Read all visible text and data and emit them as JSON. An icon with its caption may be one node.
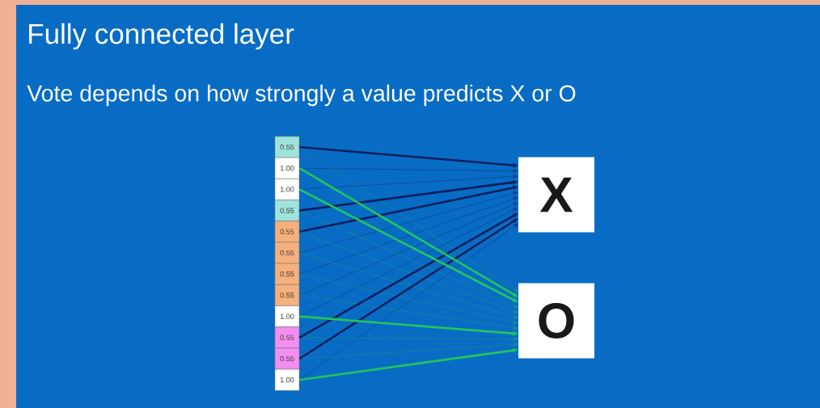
{
  "diagram": {
    "title": "Fully connected layer",
    "nodes": [
      {
        "text": [
          "0.55"
        ]
      },
      {
        "text": [
          "1.00"
        ]
      },
      {
        "text": [
          "1.00"
        ]
      },
      {
        "text": [
          "0.55"
        ]
      },
      {
        "text": [
          "0.55"
        ]
      },
      {
        "text": [
          "0.55"
        ]
      },
      {
        "text": [
          "0.55"
        ]
      },
      {
        "text": [
          "0.55"
        ]
      },
      {
        "text": [
          "1.00"
        ]
      },
      {
        "text": [
          "0.55"
        ]
      },
      {
        "text": [
          "0.55"
        ]
      },
      {
        "text": [
          "1.00"
        ]
      },
      {
        "text": [
          "X"
        ]
      },
      {
        "text": [
          "O"
        ]
      }
    ],
    "edges": [
      {
        "from": 0,
        "to": 12,
        "arrow": "to",
        "style": "thick",
        "color": "#0b1f5c"
      },
      {
        "from": 1,
        "to": 12,
        "arrow": "to",
        "color": "#123a85"
      },
      {
        "from": 2,
        "to": 12,
        "arrow": "to",
        "color": "#123a85"
      },
      {
        "from": 3,
        "to": 12,
        "arrow": "to",
        "style": "thick",
        "color": "#0b1f5c"
      },
      {
        "from": 4,
        "to": 12,
        "arrow": "to",
        "style": "thick",
        "color": "#0b1f5c"
      },
      {
        "from": 5,
        "to": 12,
        "arrow": "to",
        "color": "#123a85"
      },
      {
        "from": 6,
        "to": 12,
        "arrow": "to",
        "color": "#123a85"
      },
      {
        "from": 7,
        "to": 12,
        "arrow": "to",
        "color": "#123a85"
      },
      {
        "from": 8,
        "to": 12,
        "arrow": "to",
        "color": "#123a85"
      },
      {
        "from": 9,
        "to": 12,
        "arrow": "to",
        "style": "thick",
        "color": "#0b1f5c"
      },
      {
        "from": 10,
        "to": 12,
        "arrow": "to",
        "style": "thick",
        "color": "#0b1f5c"
      },
      {
        "from": 11,
        "to": 12,
        "arrow": "to",
        "color": "#123a85"
      },
      {
        "from": 0,
        "to": 13,
        "arrow": "to",
        "color": "#1f8f8a"
      },
      {
        "from": 1,
        "to": 13,
        "arrow": "to",
        "style": "thick",
        "color": "#22c55e"
      },
      {
        "from": 2,
        "to": 13,
        "arrow": "to",
        "style": "thick",
        "color": "#22c55e"
      },
      {
        "from": 3,
        "to": 13,
        "arrow": "to",
        "color": "#1f8f8a"
      },
      {
        "from": 4,
        "to": 13,
        "arrow": "to",
        "color": "#1f8f8a"
      },
      {
        "from": 5,
        "to": 13,
        "arrow": "to",
        "color": "#1f8f8a"
      },
      {
        "from": 6,
        "to": 13,
        "arrow": "to",
        "color": "#1f8f8a"
      },
      {
        "from": 7,
        "to": 13,
        "arrow": "to",
        "color": "#1f8f8a"
      },
      {
        "from": 8,
        "to": 13,
        "arrow": "to",
        "style": "thick",
        "color": "#22c55e"
      },
      {
        "from": 9,
        "to": 13,
        "arrow": "to",
        "color": "#1f8f8a"
      },
      {
        "from": 10,
        "to": 13,
        "arrow": "to",
        "color": "#1f8f8a"
      },
      {
        "from": 11,
        "to": 13,
        "arrow": "to",
        "style": "thick",
        "color": "#22c55e"
      }
    ],
    "labels": [
      "Vote depends on how strongly a value predicts X or O"
    ]
  }
}
